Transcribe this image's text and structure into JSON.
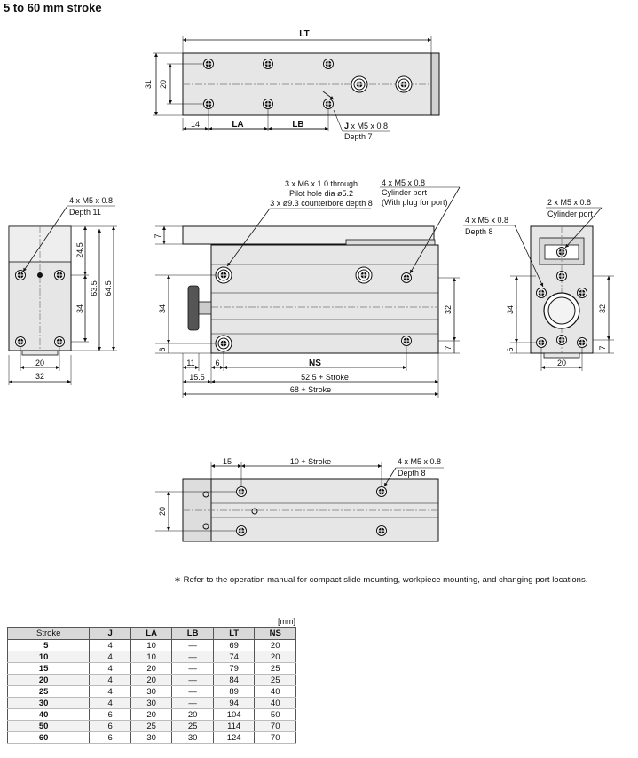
{
  "title": "5 to 60 mm stroke",
  "top_view": {
    "dim_lt": "LT",
    "dim_31": "31",
    "dim_20": "20",
    "dim_14": "14",
    "dim_la": "LA",
    "dim_lb": "LB",
    "tap_label": "J x M5 x 0.8",
    "tap_depth": "Depth 7"
  },
  "left_view": {
    "tap_label": "4 x M5 x 0.8",
    "tap_depth": "Depth 11",
    "dim_24_5": "24.5",
    "dim_63_5": "63.5",
    "dim_64_5": "64.5",
    "dim_34": "34",
    "dim_20": "20",
    "dim_32": "32"
  },
  "front_view": {
    "thru_label_1": "3 x M6 x 1.0 through",
    "thru_label_2": "Pilot hole dia ø5.2",
    "thru_label_3": "3 x ø9.3 counterbore depth 8",
    "port_label_1": "4 x M5 x 0.8",
    "port_label_2": "Cylinder port",
    "port_label_3": "(With plug for port)",
    "dim_7_top": "7",
    "dim_34": "34",
    "dim_6": "6",
    "dim_32": "32",
    "dim_7_bottom": "7",
    "dim_11": "11",
    "dim_6b": "6",
    "dim_ns": "NS",
    "dim_15_5": "15.5",
    "dim_52_5": "52.5 + Stroke",
    "dim_68": "68 + Stroke"
  },
  "right_view": {
    "tap_label": "4 x M5 x 0.8",
    "tap_depth": "Depth 8",
    "port_label_1": "2 x M5 x 0.8",
    "port_label_2": "Cylinder port",
    "dim_34": "34",
    "dim_32": "32",
    "dim_6": "6",
    "dim_7": "7",
    "dim_20": "20"
  },
  "bottom_view": {
    "dim_15": "15",
    "dim_stroke": "10 + Stroke",
    "tap_label": "4 x M5 x 0.8",
    "tap_depth": "Depth 8",
    "dim_20": "20"
  },
  "note": "∗  Refer to the operation manual for compact slide mounting, workpiece mounting, and changing port locations.",
  "table": {
    "unit": "[mm]",
    "headers": [
      "Stroke",
      "J",
      "LA",
      "LB",
      "LT",
      "NS"
    ],
    "rows": [
      [
        "5",
        "4",
        "10",
        "—",
        "69",
        "20"
      ],
      [
        "10",
        "4",
        "10",
        "—",
        "74",
        "20"
      ],
      [
        "15",
        "4",
        "20",
        "—",
        "79",
        "25"
      ],
      [
        "20",
        "4",
        "20",
        "—",
        "84",
        "25"
      ],
      [
        "25",
        "4",
        "30",
        "—",
        "89",
        "40"
      ],
      [
        "30",
        "4",
        "30",
        "—",
        "94",
        "40"
      ],
      [
        "40",
        "6",
        "20",
        "20",
        "104",
        "50"
      ],
      [
        "50",
        "6",
        "25",
        "25",
        "114",
        "70"
      ],
      [
        "60",
        "6",
        "30",
        "30",
        "124",
        "70"
      ]
    ]
  }
}
